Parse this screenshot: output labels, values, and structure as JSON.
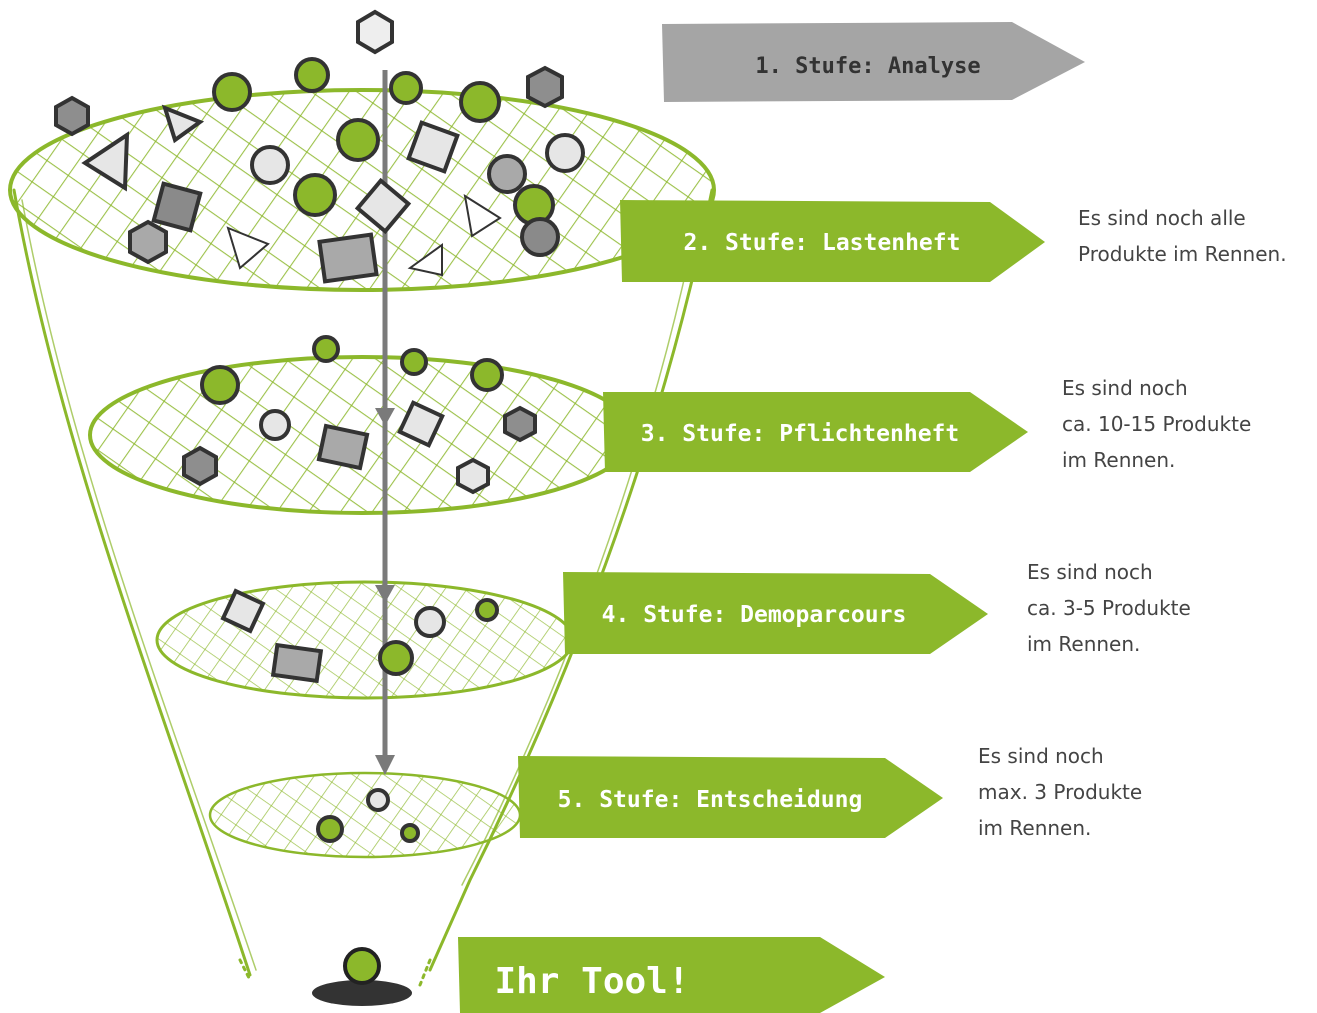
{
  "colors": {
    "green": "#8cb82b",
    "green_light": "#b5d46a",
    "gray_banner": "#a5a5a5",
    "gray_dark": "#8a8a8a",
    "gray_mid": "#a9a9a9",
    "gray_light": "#e6e6e6",
    "arrow": "#7a7a7a",
    "text_banner": "#ffffff",
    "text_banner_gray": "#333333",
    "text_note": "#444444"
  },
  "stages": [
    {
      "label": "1. Stufe: Analyse"
    },
    {
      "label": "2. Stufe: Lastenheft"
    },
    {
      "label": "3. Stufe: Pflichtenheft"
    },
    {
      "label": "4. Stufe: Demoparcours"
    },
    {
      "label": "5. Stufe: Entscheidung"
    }
  ],
  "result": {
    "label": "Ihr Tool!"
  },
  "notes": [
    {
      "lines": [
        "Es sind noch alle",
        "Produkte im Rennen."
      ]
    },
    {
      "lines": [
        "Es sind noch",
        "ca. 10-15 Produkte",
        "im Rennen."
      ]
    },
    {
      "lines": [
        "Es sind noch",
        "ca. 3-5 Produkte",
        "im Rennen."
      ]
    },
    {
      "lines": [
        "Es sind noch",
        "max. 3 Produkte",
        "im Rennen."
      ]
    }
  ]
}
